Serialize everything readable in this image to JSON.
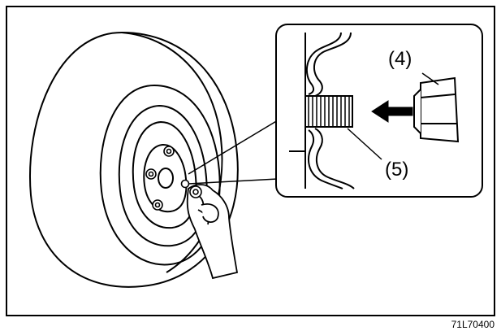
{
  "figure": {
    "callout_nut": "(4)",
    "callout_stud": "(5)",
    "figure_code": "71L70400"
  },
  "colors": {
    "ink": "#000000",
    "paper": "#ffffff"
  }
}
